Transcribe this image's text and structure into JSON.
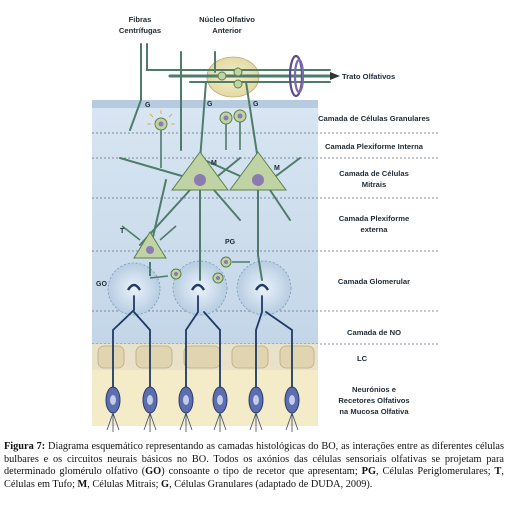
{
  "top_labels": {
    "fibras": [
      "Fibras",
      "Centrífugas"
    ],
    "nucleo": [
      "Núcleo Olfativo",
      "Anterior"
    ],
    "trato": "Trato Olfativos"
  },
  "layers": [
    [
      "Camada de Células Granulares"
    ],
    [
      "Camada Plexiforme Interna"
    ],
    [
      "Camada de Células",
      "Mitrais"
    ],
    [
      "Camada Plexiforme",
      "externa"
    ],
    [
      "Camada Glomerular"
    ],
    [
      "Camada de NO"
    ],
    [
      "LC"
    ],
    [
      "Neurónios e",
      "Recetores Olfativos",
      "na Mucosa Olfativa"
    ]
  ],
  "cell_letters": {
    "g1": "G",
    "g2": "G",
    "g3": "G",
    "m1": "M",
    "m2": "M",
    "t": "T",
    "pg": "PG",
    "go": "GO"
  },
  "caption": {
    "lead": "Figura 7:",
    "p1": " Diagrama esquemático representando as camadas histológicas do BO, as interações entre as diferentes células bulbares e os circuitos neurais básicos no BO. Todos os axónios das células sensoriais olfativas se projetam para determinado glomérulo olfativo (",
    "go": "GO",
    "p2": ") consoante o tipo de recetor que apresentam; ",
    "pg": "PG",
    "p3": ", Células Periglomerulares; ",
    "t": "T",
    "p4": ", Células em Tufo; ",
    "m": "M",
    "p5": ", Células Mitrais; ",
    "g": "G",
    "p6": ", Células Granulares (adaptado de DUDA, 2009)."
  },
  "colors": {
    "tissue": "#c9dbeb",
    "cell": "#bfd3a4",
    "nucleus": "#8c7bb0",
    "axon": "#1f3a66",
    "lamina": "#e7dfc6",
    "mucosa": "#f3e9c3"
  }
}
